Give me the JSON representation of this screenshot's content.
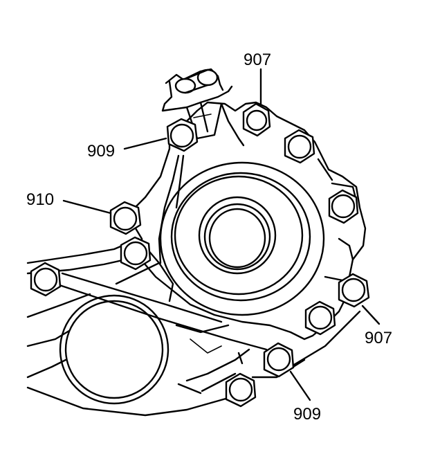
{
  "callouts": {
    "top_right": "907",
    "upper_left": "909",
    "left": "910",
    "right": "907",
    "bottom": "909"
  }
}
